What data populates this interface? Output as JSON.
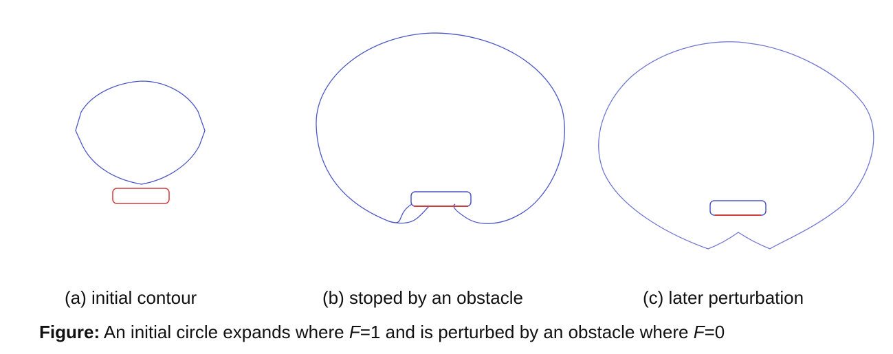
{
  "colors": {
    "contour": "#4c56c4",
    "obstacle": "#d23a3a",
    "text": "#111111"
  },
  "panels": [
    {
      "caption": "(a) initial contour"
    },
    {
      "caption": "(b) stoped by an obstacle"
    },
    {
      "caption": "(c) later perturbation"
    }
  ],
  "figure_caption": {
    "label": "Figure:",
    "part1": " An initial circle expands where ",
    "var1": "F",
    "part2": "=1 and is perturbed by an obstacle where ",
    "var2": "F",
    "part3": "=0"
  }
}
